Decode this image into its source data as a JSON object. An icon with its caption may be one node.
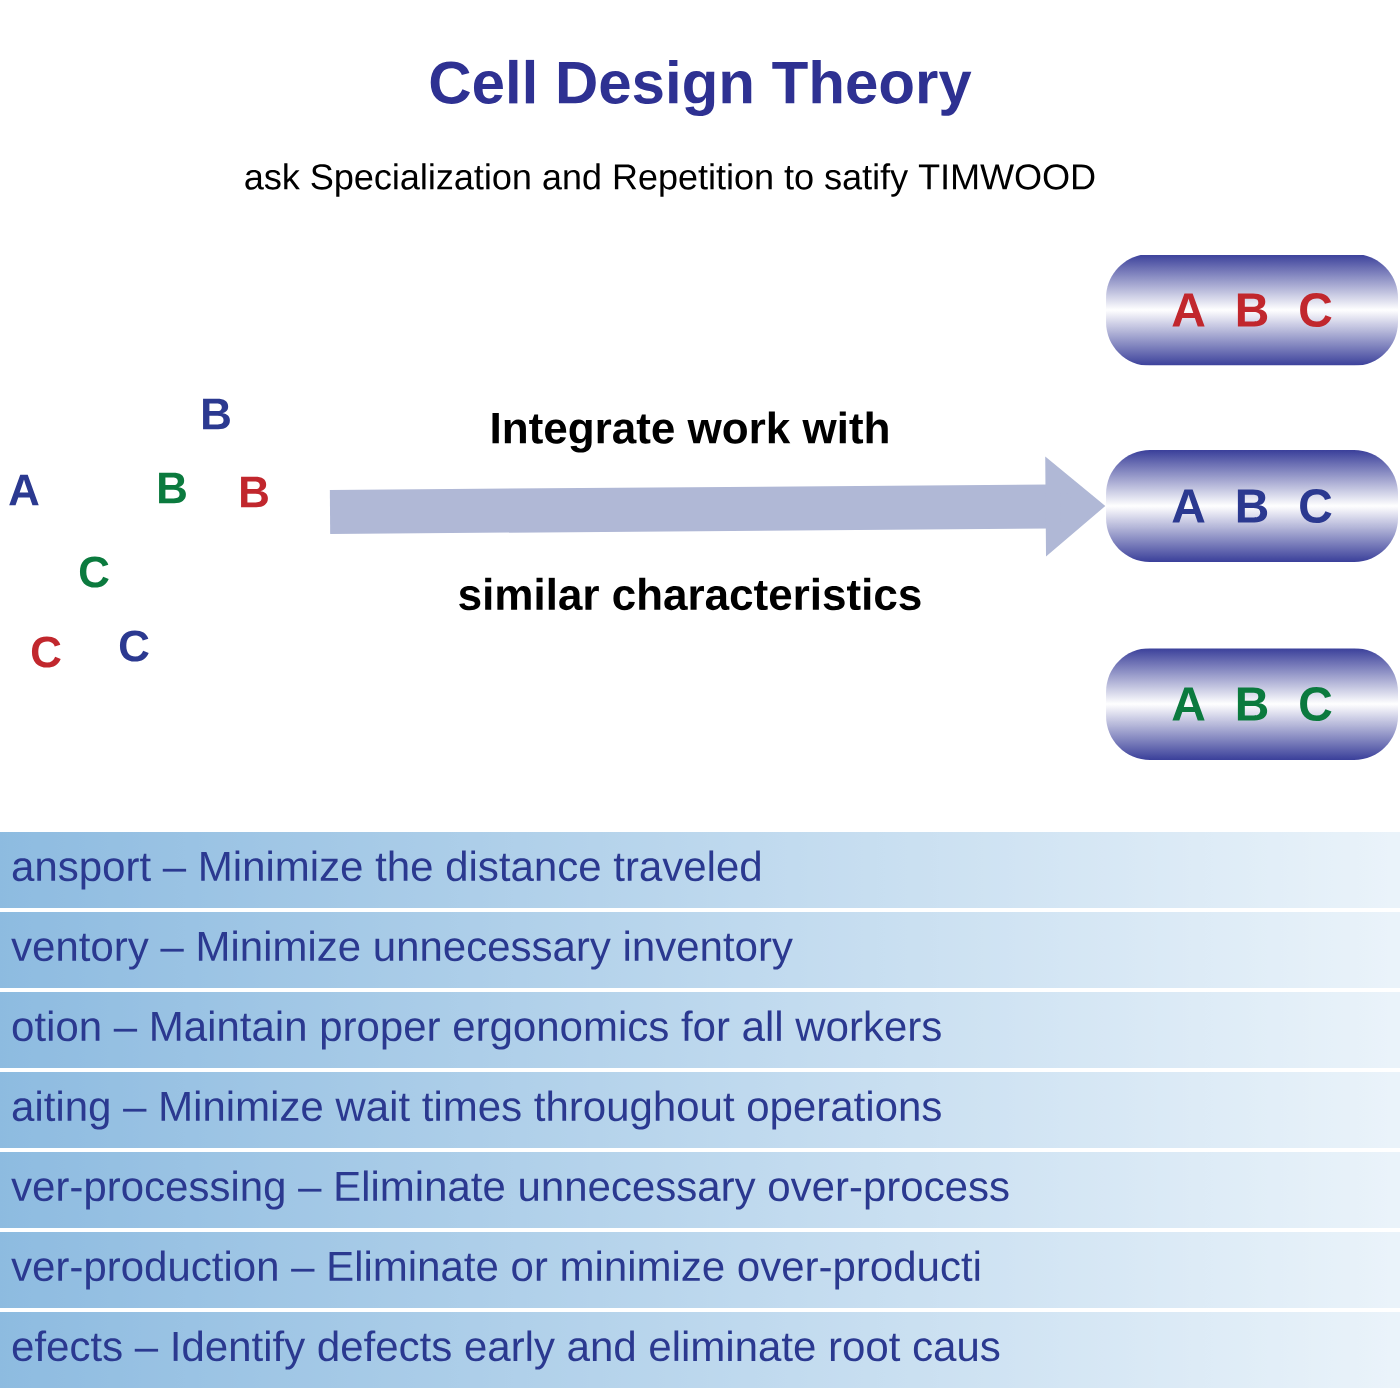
{
  "diagram": {
    "title": "Cell Design Theory",
    "nodes": [
      {
        "text": [
          "A B C"
        ]
      },
      {
        "text": [
          "A B C"
        ]
      },
      {
        "text": [
          "A B C"
        ]
      }
    ],
    "edges": [
      {
        "from": null,
        "to": 1,
        "arrow": "to"
      }
    ],
    "labels": [
      "ask Specialization and Repetition to satify TIMWOOD",
      "B",
      "A",
      "B",
      "B",
      "C",
      "C",
      "C",
      "Integrate work with",
      "similar characteristics",
      "ansport – Minimize the distance traveled",
      "ventory – Minimize unnecessary inventory",
      "otion – Maintain proper ergonomics for all workers",
      "aiting – Minimize wait times throughout operations",
      "ver-processing – Eliminate unnecessary over-process",
      "ver-production – Eliminate or minimize over-producti",
      "efects – Identify defects early and eliminate root caus"
    ]
  }
}
